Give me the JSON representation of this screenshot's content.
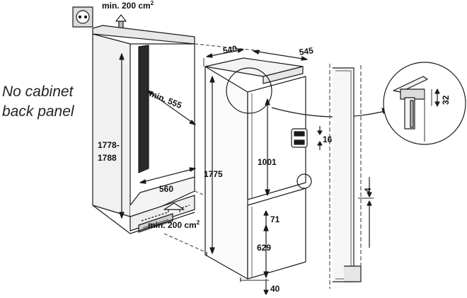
{
  "note": {
    "line1": "No cabinet",
    "line2": "back panel"
  },
  "dimensions": {
    "vent_top": "min. 200 cm",
    "vent_top_sup": "2",
    "vent_bottom": "min. 200 cm",
    "vent_bottom_sup": "2",
    "niche_depth": "min. 555",
    "niche_height_line1": "1778-",
    "niche_height_line2": "1788",
    "niche_width": "560",
    "appliance_height": "1775",
    "appliance_depth": "540",
    "appliance_width": "545",
    "upper_door_height": "1001",
    "hinge_gap": "16",
    "door_gap": "71",
    "lower_door_height": "629",
    "bottom_gap": "40",
    "detail_depth": "32",
    "side_offset": "4"
  }
}
